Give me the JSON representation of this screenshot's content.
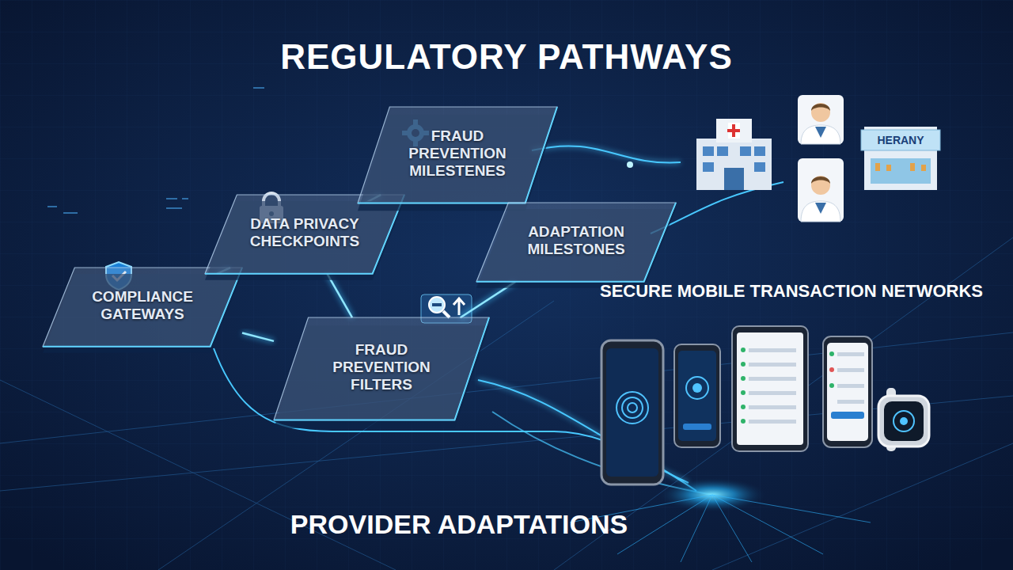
{
  "diagram": {
    "title": "REGULATORY PATHWAYS",
    "nodes": [
      {
        "text": [
          "COMPLIANCE GATEWAYS"
        ]
      },
      {
        "text": [
          "DATA PRIVACY CHECKPOINTS"
        ]
      },
      {
        "text": [
          "FRAUD PREVENTION MILESTENES"
        ]
      },
      {
        "text": [
          "ADAPTATION MILESTONES"
        ]
      },
      {
        "text": [
          "FRAUD PREVENTION FILTERS"
        ]
      }
    ],
    "edges": [
      {
        "from": 0,
        "to": 1,
        "arrow": "none"
      },
      {
        "from": 1,
        "to": 2,
        "arrow": "none"
      },
      {
        "from": 2,
        "to": 3,
        "arrow": "none"
      },
      {
        "from": 1,
        "to": 4,
        "arrow": "none"
      },
      {
        "from": 0,
        "to": 4,
        "arrow": "none"
      },
      {
        "from": 4,
        "to": 3,
        "arrow": "none"
      }
    ],
    "labels": [
      "SECURE MOBILE TRANSACTION NETWORKS",
      "PROVIDER ADAPTATIONS",
      "HERANY"
    ]
  }
}
